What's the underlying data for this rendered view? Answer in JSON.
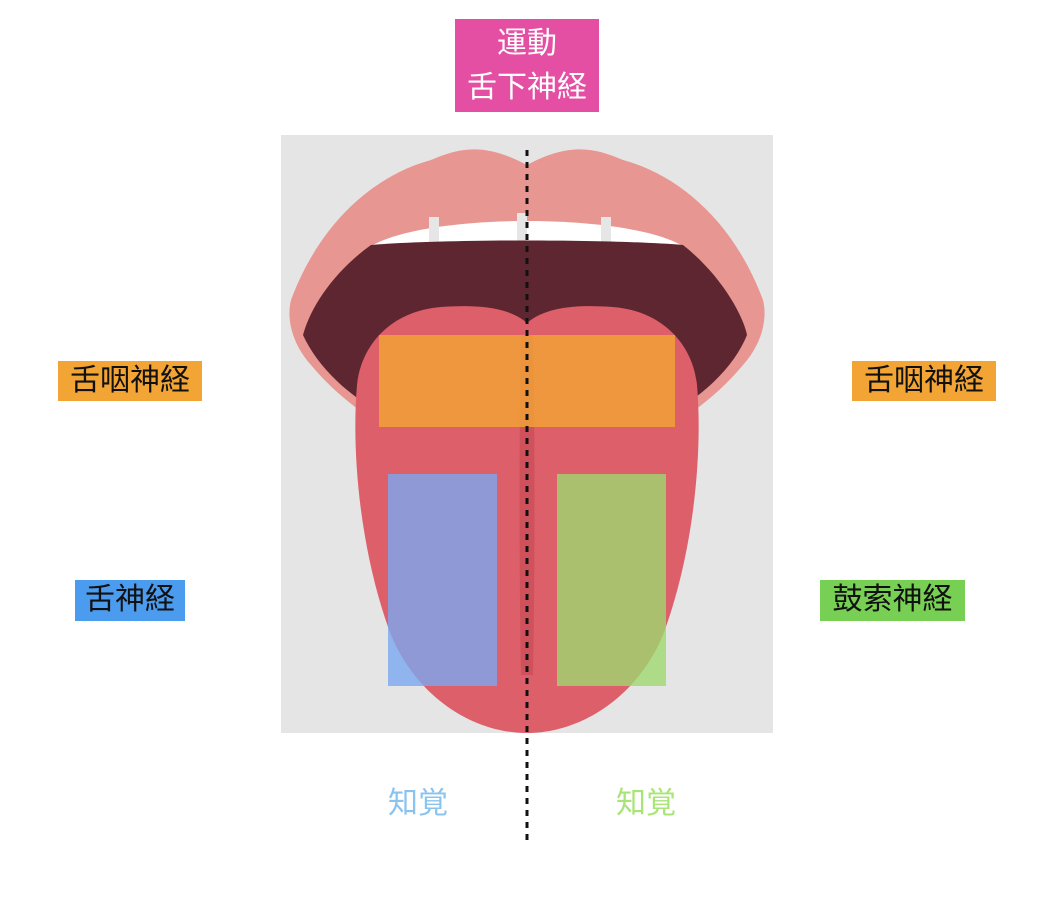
{
  "top_label": {
    "line1": "運動",
    "line2": "舌下神経",
    "color": "#e44fa3"
  },
  "left_labels": {
    "glossopharyngeal": "舌咽神経",
    "lingual": "舌神経"
  },
  "right_labels": {
    "glossopharyngeal": "舌咽神経",
    "chorda_tympani": "鼓索神経"
  },
  "bottom_labels": {
    "left_sense": "知覚",
    "right_sense": "知覚"
  },
  "colors": {
    "glossopharyngeal": "#f2a534",
    "lingual": "#4b9cef",
    "chorda_tympani": "#77cf54",
    "left_sense_text": "#8bc3ef",
    "right_sense_text": "#a8e476",
    "background_panel": "#e5e5e5"
  }
}
